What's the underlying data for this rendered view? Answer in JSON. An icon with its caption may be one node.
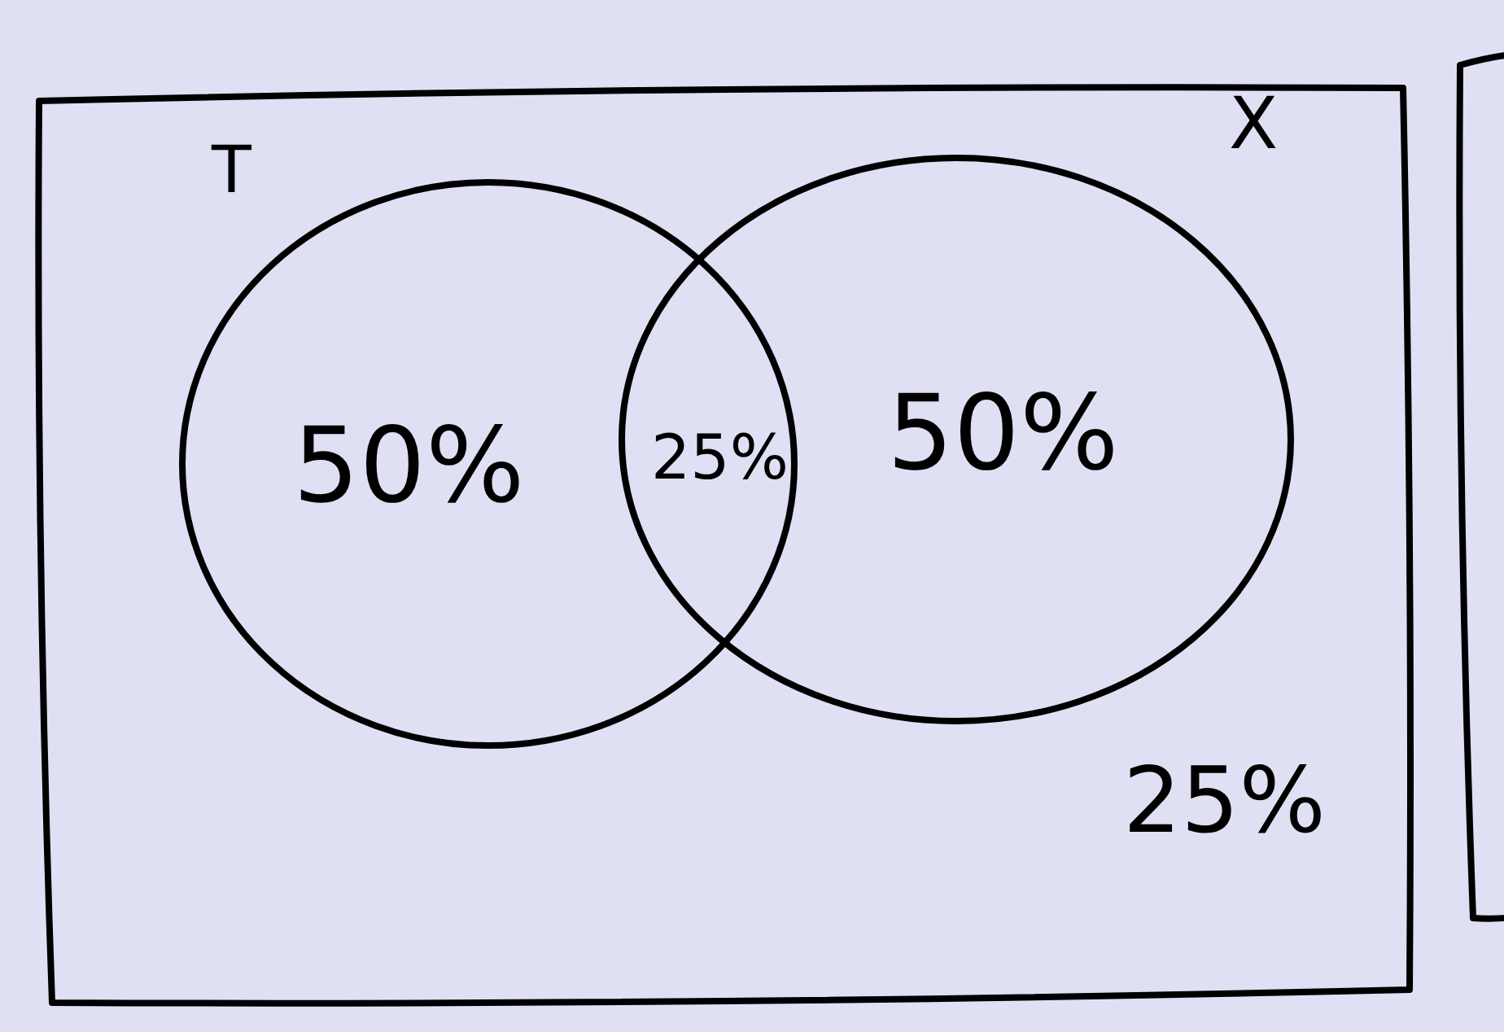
{
  "diagram": {
    "nodes": [
      {
        "text": [
          "25%"
        ]
      },
      {
        "text": [
          "T",
          "50%"
        ],
        "in": 0
      },
      {
        "text": [
          "X",
          "50%"
        ],
        "in": 0
      },
      {
        "text": [],
        "shape": "box"
      }
    ],
    "labels": [
      "25%"
    ]
  }
}
